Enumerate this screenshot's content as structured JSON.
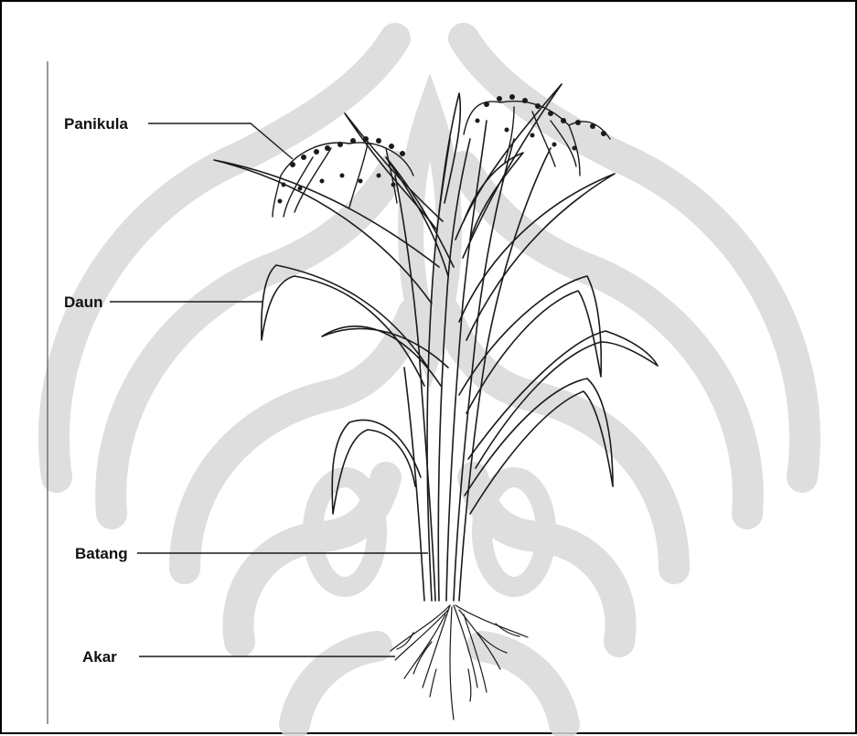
{
  "diagram": {
    "labels": {
      "panikula": "Panikula",
      "daun": "Daun",
      "batang": "Batang",
      "akar": "Akar"
    },
    "colors": {
      "line": "#1a1a1a",
      "watermark": "#d9d9d9",
      "frame": "#000000"
    },
    "watermark_icon": "university-emblem-watermark"
  }
}
